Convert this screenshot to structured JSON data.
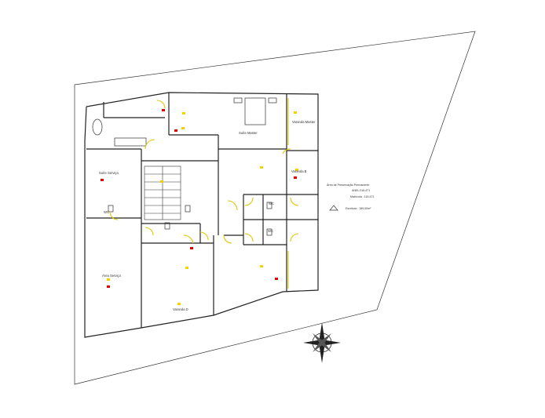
{
  "rooms": {
    "suite_master": "Suíte Master",
    "varanda_master": "Varanda Master",
    "suite_servico": "Suíte Serviço",
    "varanda_b": "Varanda B",
    "area_servico": "Área Serviço",
    "varanda_d": "Varanda D",
    "wc_left": "WC",
    "wc_center": "WC",
    "wc_right": "WC"
  },
  "legend": {
    "title": "Área de Preservação Permanente",
    "line1": "ANEL/116.471",
    "line2": "Matrícula : 116.471",
    "line3": "Escritura : 189,00m²"
  },
  "colors": {
    "wall": "#222222",
    "door": "#e0c800",
    "outlet": "#f2d300",
    "marker": "#d60000"
  },
  "icons": {
    "north": "compass-rose-icon"
  }
}
